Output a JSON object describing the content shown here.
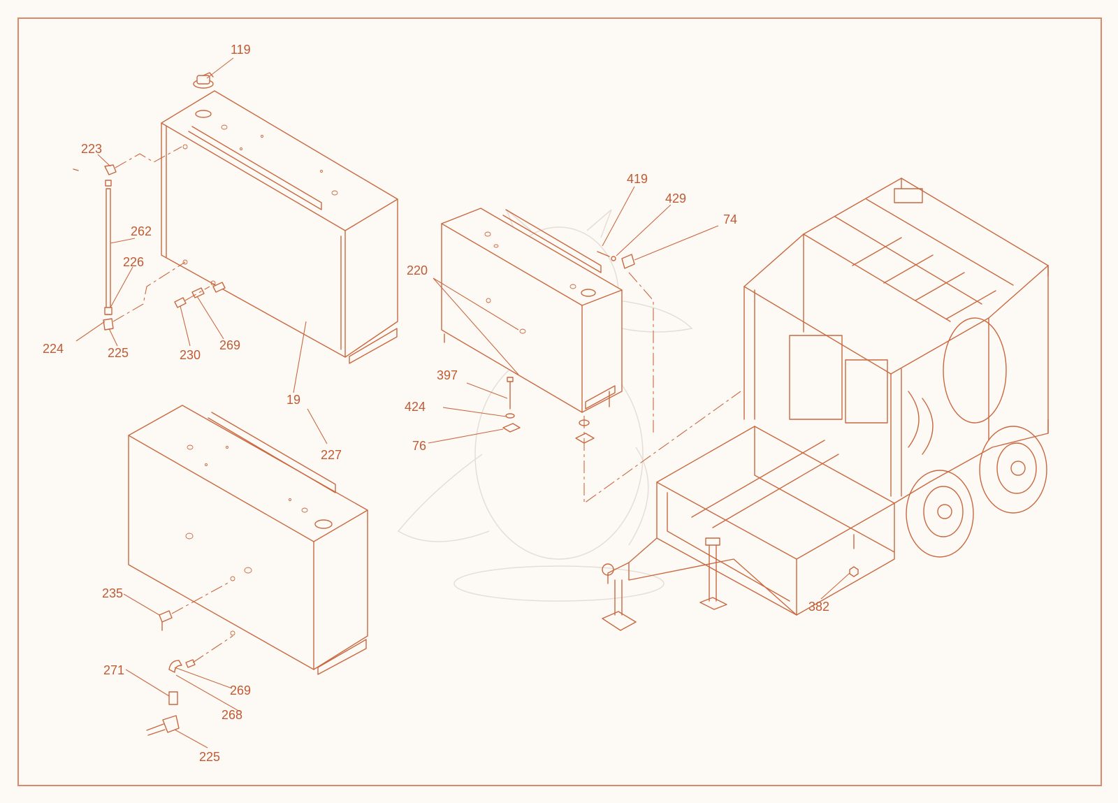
{
  "colors": {
    "line": "#c9683f",
    "text": "#c05a33",
    "background": "#fdfaf6",
    "frame": "#d98a6a"
  },
  "callouts": {
    "c119": "119",
    "c223": "223",
    "c262": "262",
    "c226": "226",
    "c224": "224",
    "c225a": "225",
    "c230": "230",
    "c269a": "269",
    "c19": "19",
    "c227": "227",
    "c220": "220",
    "c419": "419",
    "c429": "429",
    "c74": "74",
    "c397": "397",
    "c424": "424",
    "c76": "76",
    "c382": "382",
    "c235": "235",
    "c271": "271",
    "c269b": "269",
    "c268": "268",
    "c225b": "225"
  }
}
